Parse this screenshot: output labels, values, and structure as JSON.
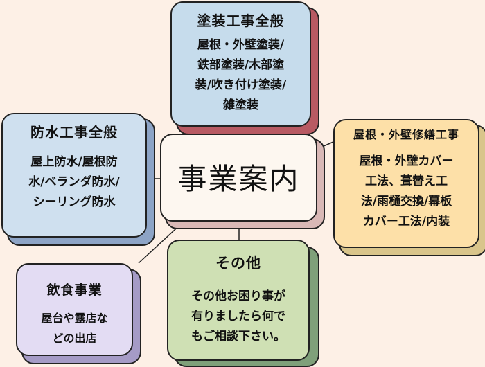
{
  "center": {
    "title": "事業案内"
  },
  "top": {
    "title": "塗装工事全般",
    "lines": [
      "屋根・外壁塗装/",
      "鉄部塗装/木部塗",
      "装/吹き付け塗装/",
      "雑塗装"
    ]
  },
  "left": {
    "title": "防水工事全般",
    "lines": [
      "屋上防水/屋根防",
      "水/ベランダ防水/",
      "シーリング防水"
    ]
  },
  "right": {
    "title": "屋根・外壁修繕工事",
    "lines": [
      "屋根・外壁カバー",
      "工法、葺替え工",
      "法/雨樋交換/幕板",
      "カバー工法/内装"
    ]
  },
  "bottom": {
    "title": "その他",
    "lines": [
      "その他お困り事が",
      "有りましたら何で",
      "もご相談下さい。"
    ]
  },
  "bottom_left": {
    "title": "飲食事業",
    "lines": [
      "屋台や露店な",
      "どの出店"
    ]
  },
  "colors": {
    "background": "#fdf0e6",
    "top_card": "#c6dcec",
    "left_card": "#cfe0ef",
    "right_card": "#fde0a8",
    "center_card": "#fdf7f0",
    "bottom_card": "#cfe0b4",
    "bottom_left_card": "#e3dcf3"
  }
}
